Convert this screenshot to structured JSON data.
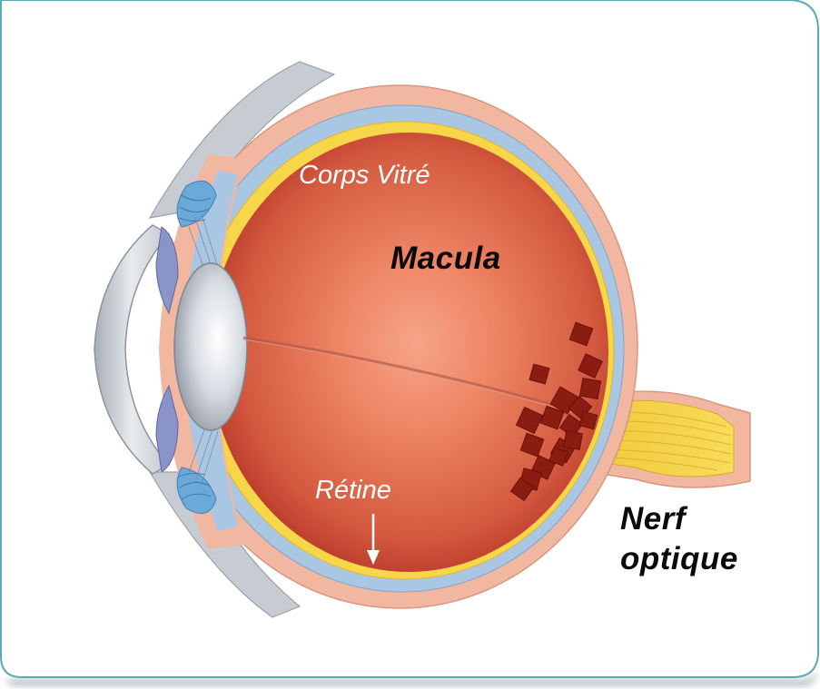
{
  "labels": {
    "vitreous": "Corps Vitré",
    "macula": "Macula",
    "retina": "Rétine",
    "optic_nerve_line1": "Nerf",
    "optic_nerve_line2": "optique"
  },
  "colors": {
    "frame_border": "#5aa9b8",
    "frame_shadow": "#b8c4c8",
    "sclera": "#f2b7a1",
    "choroid": "#a9c6e3",
    "retina_layer": "#f7d64a",
    "vitreous_center": "#f08a6a",
    "vitreous_edge": "#c8402c",
    "lens": "#cdd3dc",
    "cornea": "#b9bec6",
    "iris": "#8a94c8",
    "ciliary": "#6aa9d8",
    "nerve": "#f5d548",
    "damage_spots": "#8a1c12",
    "label_light": "#ffffff",
    "label_dark": "#0a0a0a"
  },
  "icons": [
    "retina-arrow-icon"
  ]
}
